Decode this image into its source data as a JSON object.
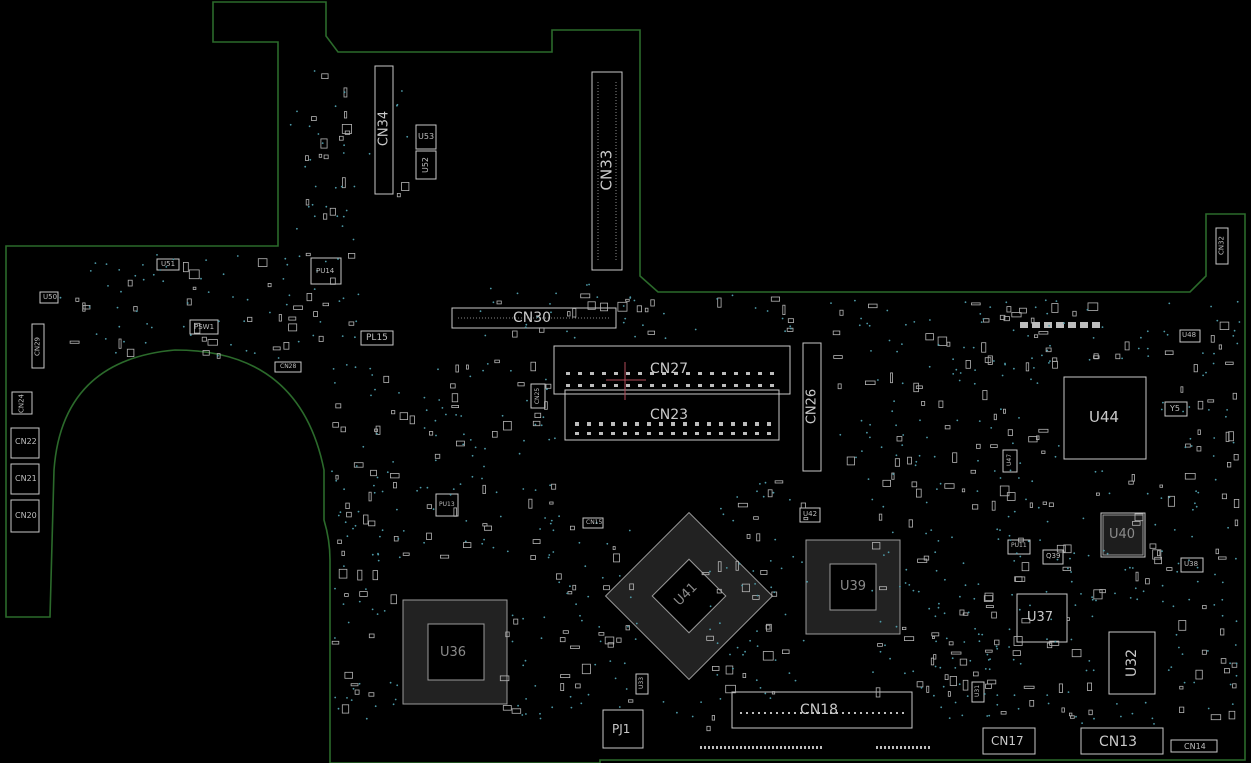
{
  "board": {
    "outline_color": "#2b6a2b",
    "part_color": "#bdbdbd",
    "pad_color": "#9a9a9a",
    "via_color": "#4d9aa8",
    "background": "#000000"
  },
  "labels": {
    "cn34": "CN34",
    "cn33": "CN33",
    "cn30": "CN30",
    "cn27": "CN27",
    "cn23": "CN23",
    "cn26": "CN26",
    "u44": "U44",
    "u37": "U37",
    "u32": "U32",
    "cn18": "CN18",
    "cn17": "CN17",
    "cn13": "CN13",
    "cn14": "CN14",
    "pj1": "PJ1",
    "pl15": "PL15",
    "u53": "U53",
    "u52": "U52",
    "pu14": "PU14",
    "psw1": "PSW1",
    "cn28": "CN28",
    "u51": "U51",
    "u50": "U50",
    "cn29": "CN29",
    "cn24": "CN24",
    "cn22": "CN22",
    "cn21": "CN21",
    "cn20": "CN20",
    "cn32": "CN32",
    "u48": "U48",
    "y5": "Y5",
    "u40": "U40",
    "u38": "U38",
    "q39": "Q39",
    "u39": "U39",
    "u36": "U36",
    "u41": "U41",
    "u42": "U42",
    "cn25": "CN25",
    "cn15": "CN15",
    "pu13": "PU13",
    "pu11": "PU11",
    "u47": "U47",
    "u31": "U31",
    "u33": "U33"
  }
}
